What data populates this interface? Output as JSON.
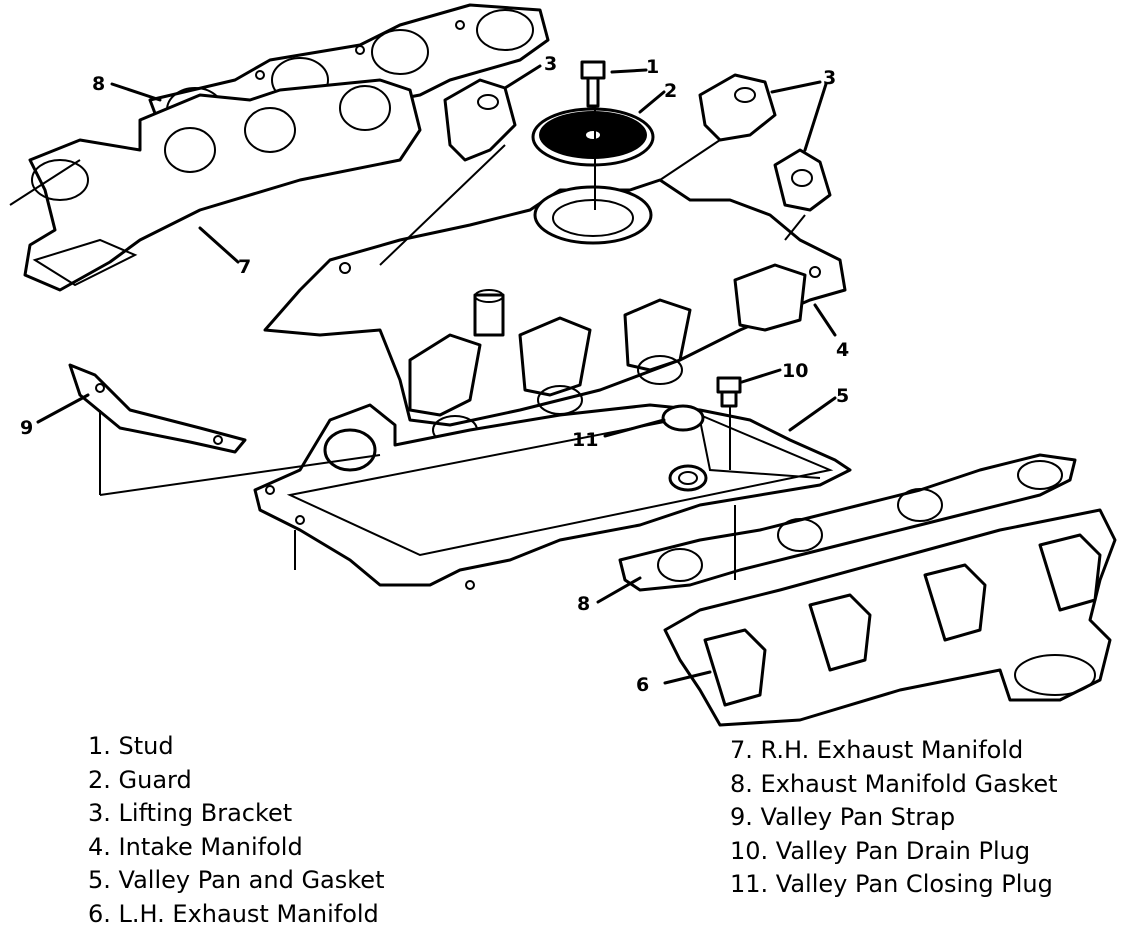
{
  "callouts": [
    {
      "id": "c1",
      "label": "1"
    },
    {
      "id": "c2",
      "label": "2"
    },
    {
      "id": "c3a",
      "label": "3"
    },
    {
      "id": "c3b",
      "label": "3"
    },
    {
      "id": "c4",
      "label": "4"
    },
    {
      "id": "c5",
      "label": "5"
    },
    {
      "id": "c6",
      "label": "6"
    },
    {
      "id": "c7",
      "label": "7"
    },
    {
      "id": "c8a",
      "label": "8"
    },
    {
      "id": "c8b",
      "label": "8"
    },
    {
      "id": "c9",
      "label": "9"
    },
    {
      "id": "c10",
      "label": "10"
    },
    {
      "id": "c11",
      "label": "11"
    }
  ],
  "legend_left": [
    "1. Stud",
    "2. Guard",
    "3. Lifting Bracket",
    "4. Intake Manifold",
    "5. Valley Pan and Gasket",
    "6. L.H. Exhaust Manifold"
  ],
  "legend_right": [
    "7. R.H. Exhaust Manifold",
    "8. Exhaust Manifold Gasket",
    "9. Valley Pan Strap",
    "10. Valley Pan Drain Plug",
    "11. Valley Pan Closing Plug"
  ]
}
